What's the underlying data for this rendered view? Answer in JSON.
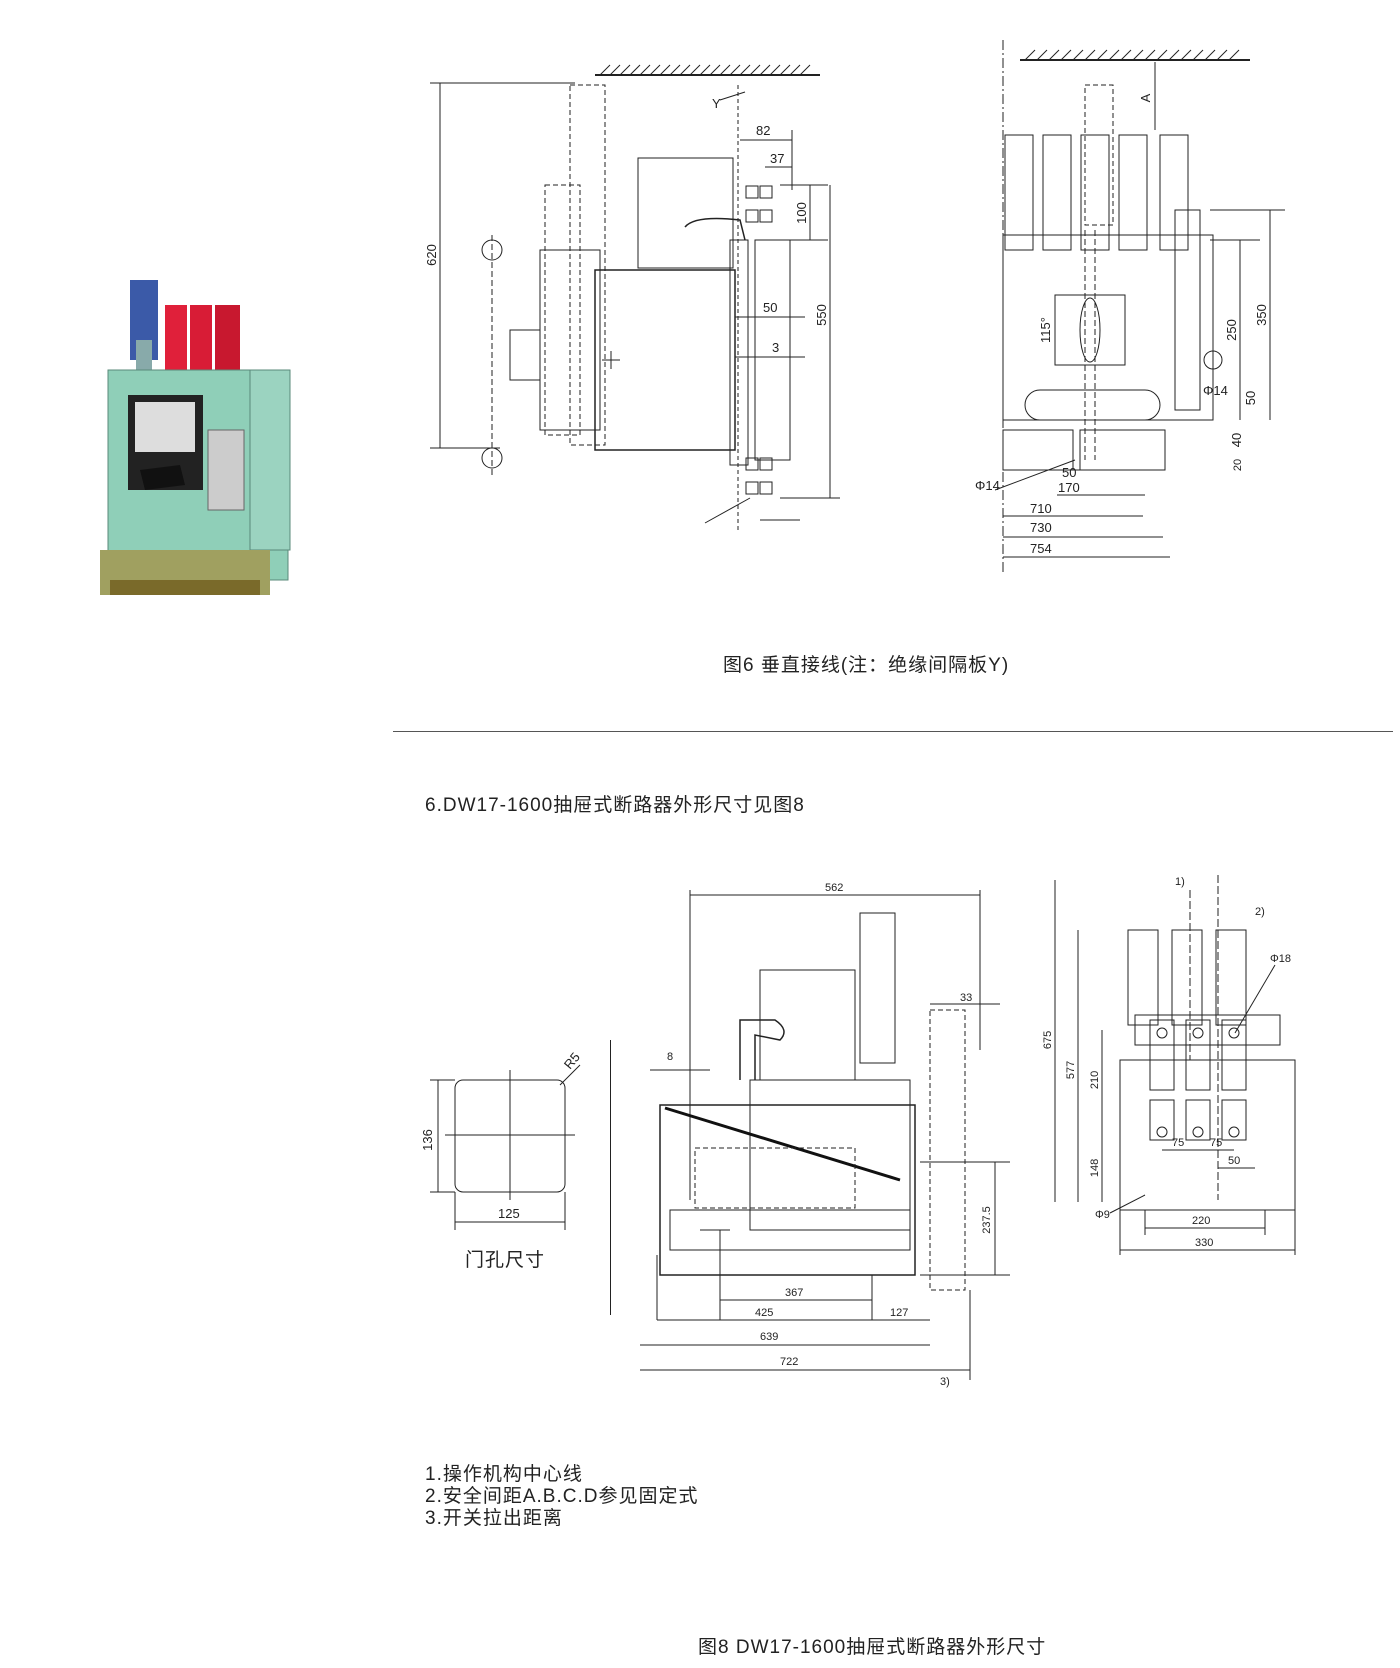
{
  "photo": {
    "icon": "circuit-breaker-photo"
  },
  "fig6": {
    "caption": "图6 垂直接线(注：绝缘间隔板Y)",
    "side_dims": {
      "h620": "620",
      "y": "Y",
      "d82": "82",
      "d37": "37",
      "d100": "100",
      "d50": "50",
      "d550": "550",
      "d3": "3"
    },
    "front_dims": {
      "a": "A",
      "ang115": "115°",
      "d250": "250",
      "d350": "350",
      "phi14a": "Φ14",
      "d50": "50",
      "d40": "40",
      "d20": "20",
      "phi14b": "Φ14",
      "d50b": "50",
      "d170": "170",
      "d710": "710",
      "d730": "730",
      "d754": "754"
    }
  },
  "section6_title": "6.DW17-1600抽屉式断路器外形尺寸见图8",
  "door_hole": {
    "r5": "R5",
    "h136": "136",
    "w125": "125",
    "label": "门孔尺寸"
  },
  "fig8": {
    "side_dims": {
      "d562": "562",
      "d33": "33",
      "d8": "8",
      "d2375": "237.5",
      "d367": "367",
      "d425": "425",
      "d127": "127",
      "d639": "639",
      "d722": "722",
      "n3": "3)"
    },
    "front_dims": {
      "n1": "1)",
      "n2": "2)",
      "phi18": "Φ18",
      "d675": "675",
      "d577": "577",
      "d210": "210",
      "d148": "148",
      "d75a": "75",
      "d75b": "75",
      "d50": "50",
      "phi9": "Φ9",
      "d220": "220",
      "d330": "330"
    },
    "notes": [
      "1.操作机构中心线",
      "2.安全间距A.B.C.D参见固定式",
      "3.开关拉出距离"
    ],
    "caption": "图8  DW17-1600抽屉式断路器外形尺寸"
  }
}
